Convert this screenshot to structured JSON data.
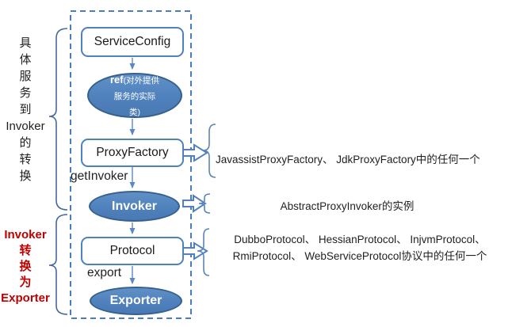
{
  "colors": {
    "accent_blue": "#4f81bd",
    "node_border_dark": "#36618e",
    "dashed_border": "#4a7dbd",
    "arrow_blue": "#5b88bf",
    "red_text": "#c00000",
    "text_dark": "#1f1f1f"
  },
  "left_annotations": {
    "top_group": "具\n体\n服\n务\n到\nInvoker\n的\n转\n换",
    "bottom_group": "Invoker\n转\n换\n为\nExporter"
  },
  "nodes": {
    "service_config": "ServiceConfig",
    "ref_main": "ref",
    "ref_sub": "(对外提供服务的实际类)",
    "proxy_factory": "ProxyFactory",
    "invoker": "Invoker",
    "protocol": "Protocol",
    "exporter": "Exporter"
  },
  "edge_labels": {
    "get_invoker": "getInvoker",
    "export": "export"
  },
  "right_annotations": {
    "proxy_factory": "JavassistProxyFactory、 JdkProxyFactory中的任何一个",
    "invoker": "AbstractProxyInvoker的实例",
    "protocol": "DubboProtocol、 HessianProtocol、 InjvmProtocol、\nRmiProtocol、 WebServiceProtocol协议中的任何一个"
  }
}
